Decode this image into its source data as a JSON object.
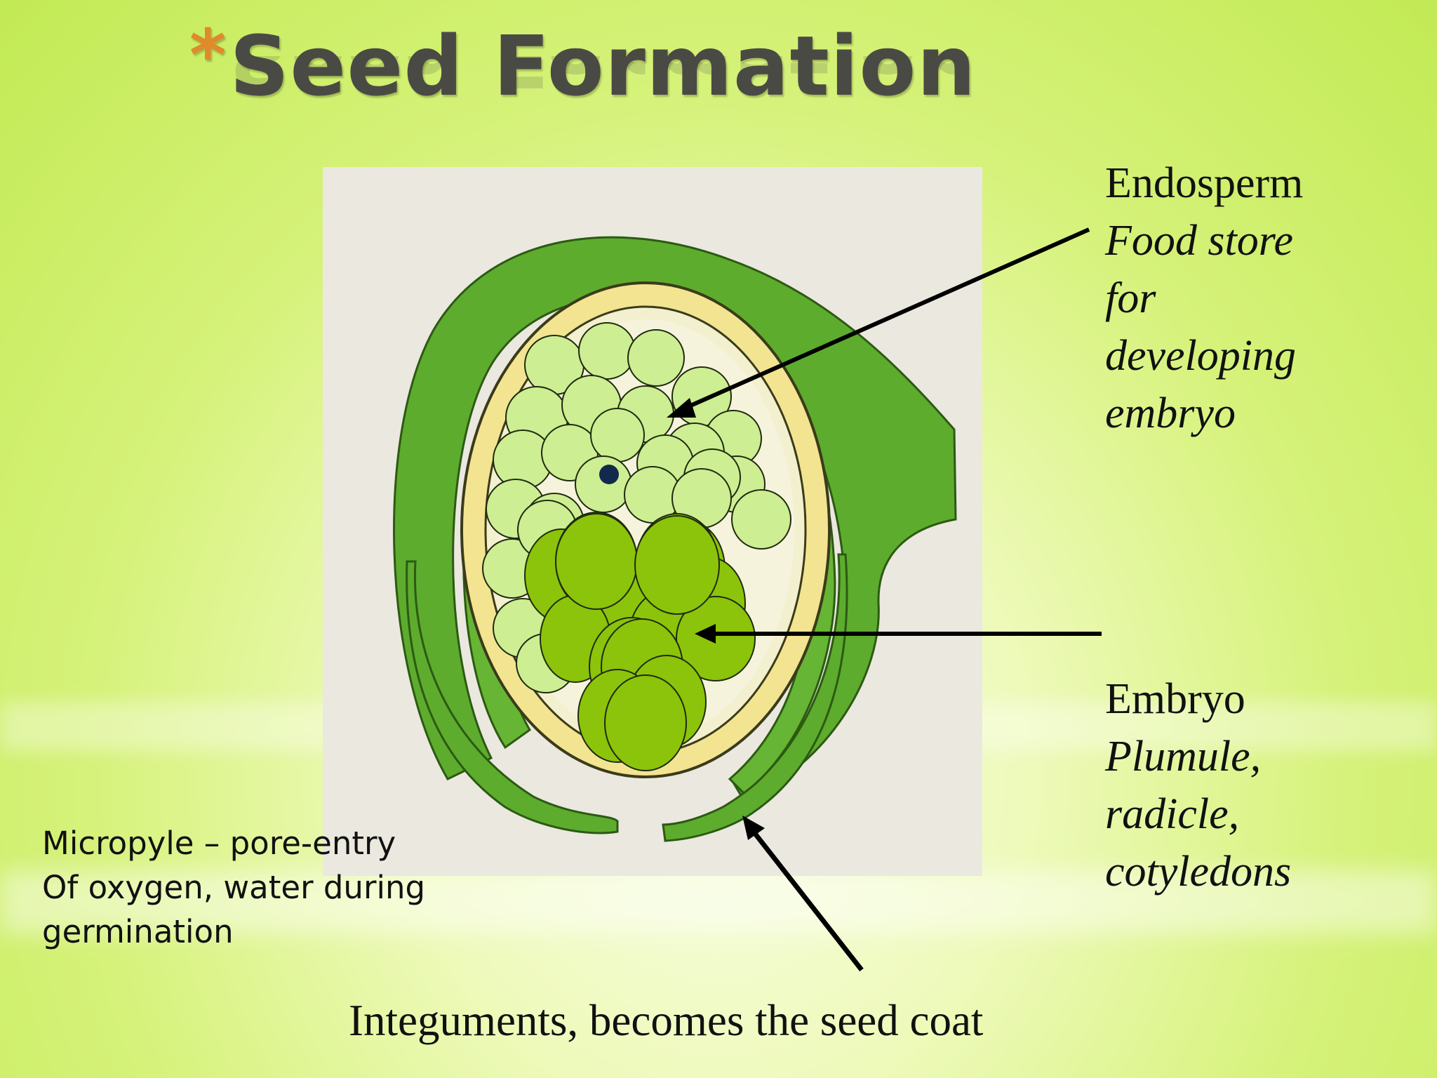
{
  "slide": {
    "title_marker": "*",
    "title": "Seed Formation"
  },
  "labels": {
    "endosperm": {
      "heading": "Endosperm",
      "lines": [
        "Food store",
        "for",
        "developing",
        "embryo"
      ]
    },
    "embryo": {
      "heading": "Embryo",
      "lines": [
        "Plumule,",
        "radicle,",
        "cotyledons"
      ]
    },
    "micropyle": {
      "lines": [
        "Micropyle – pore-entry",
        "Of oxygen, water during",
        "germination"
      ]
    },
    "integuments": "Integuments, becomes the seed coat"
  },
  "colors": {
    "integument_green": "#5dac2e",
    "endosperm_yellow": "#f2e491",
    "endosperm_cell": "#cdee92",
    "embryo_cell": "#8bc40a",
    "arrow": "#000000",
    "title_marker": "#e18a2a"
  }
}
